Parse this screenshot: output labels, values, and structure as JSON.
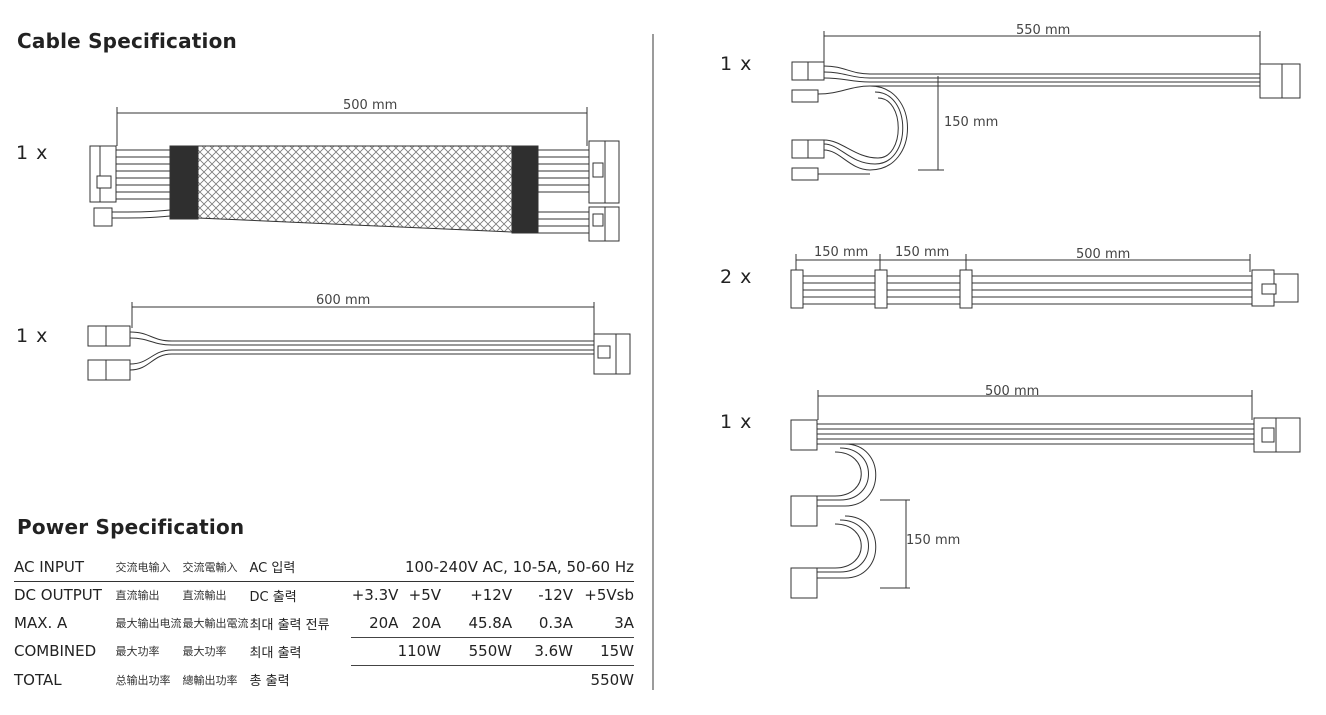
{
  "cable_spec": {
    "title": "Cable Specification",
    "cables": [
      {
        "qty": "1 x",
        "dims": [
          "500 mm"
        ]
      },
      {
        "qty": "1 x",
        "dims": [
          "600 mm"
        ]
      },
      {
        "qty": "1 x",
        "dims": [
          "550 mm",
          "150 mm"
        ]
      },
      {
        "qty": "2 x",
        "dims": [
          "150 mm",
          "150 mm",
          "500 mm"
        ]
      },
      {
        "qty": "1 x",
        "dims": [
          "500 mm",
          "150 mm"
        ]
      }
    ]
  },
  "power_spec": {
    "title": "Power Specification",
    "rows": [
      {
        "label": "AC INPUT",
        "cn": "交流电输入",
        "tw": "交流電輸入",
        "kr": "AC 입력",
        "value": "100-240V AC, 10-5A, 50-60 Hz"
      },
      {
        "label": "DC OUTPUT",
        "cn": "直流输出",
        "tw": "直流輸出",
        "kr": "DC 출력",
        "cells": [
          "+3.3V",
          "+5V",
          "+12V",
          "-12V",
          "+5Vsb"
        ]
      },
      {
        "label": "MAX. A",
        "cn": "最大输出电流",
        "tw": "最大輸出電流",
        "kr": "최대 출력 전류",
        "cells": [
          "20A",
          "20A",
          "45.8A",
          "0.3A",
          "3A"
        ]
      },
      {
        "label": "COMBINED",
        "cn": "最大功率",
        "tw": "最大功率",
        "kr": "최대 출력",
        "cells": [
          "110W",
          "550W",
          "3.6W",
          "15W"
        ]
      },
      {
        "label": "TOTAL",
        "cn": "总输出功率",
        "tw": "總輸出功率",
        "kr": "총 출력",
        "value": "550W"
      }
    ]
  }
}
